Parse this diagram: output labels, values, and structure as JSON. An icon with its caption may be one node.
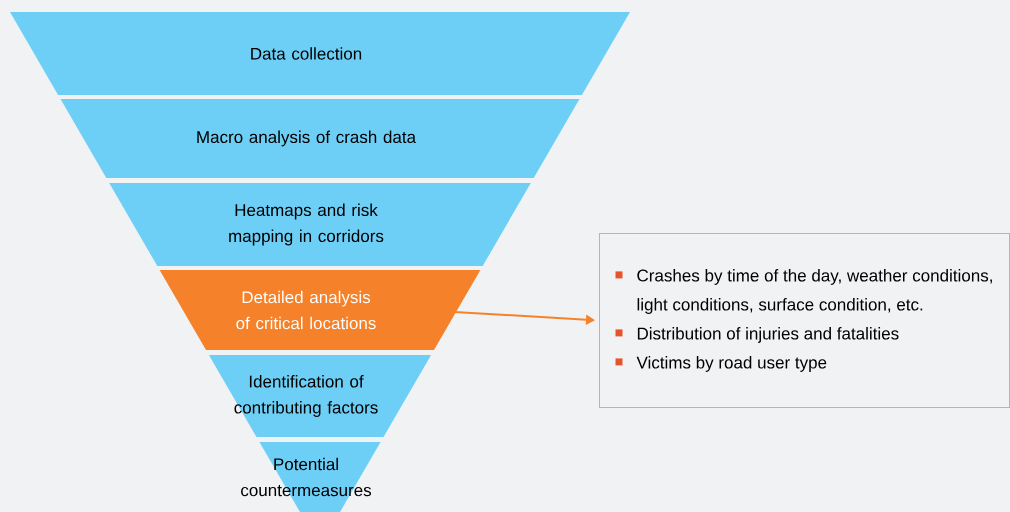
{
  "diagram": {
    "nodes": [
      {
        "text": [
          "Data collection"
        ]
      },
      {
        "text": [
          "Macro analysis of crash data"
        ]
      },
      {
        "text": [
          "Heatmaps and risk mapping in corridors"
        ]
      },
      {
        "text": [
          "Detailed analysis of critical locations"
        ]
      },
      {
        "text": [
          "Identification of contributing factors"
        ]
      },
      {
        "text": [
          "Potential countermeasures"
        ]
      },
      {
        "text": [
          "Crashes by time of the day, weather conditions, light conditions, surface condition, etc.",
          "Distribution of injuries and fatalities",
          "Victims by road user type"
        ]
      }
    ],
    "edges": [
      {
        "from": 3,
        "to": 6,
        "arrow": "to"
      }
    ]
  }
}
